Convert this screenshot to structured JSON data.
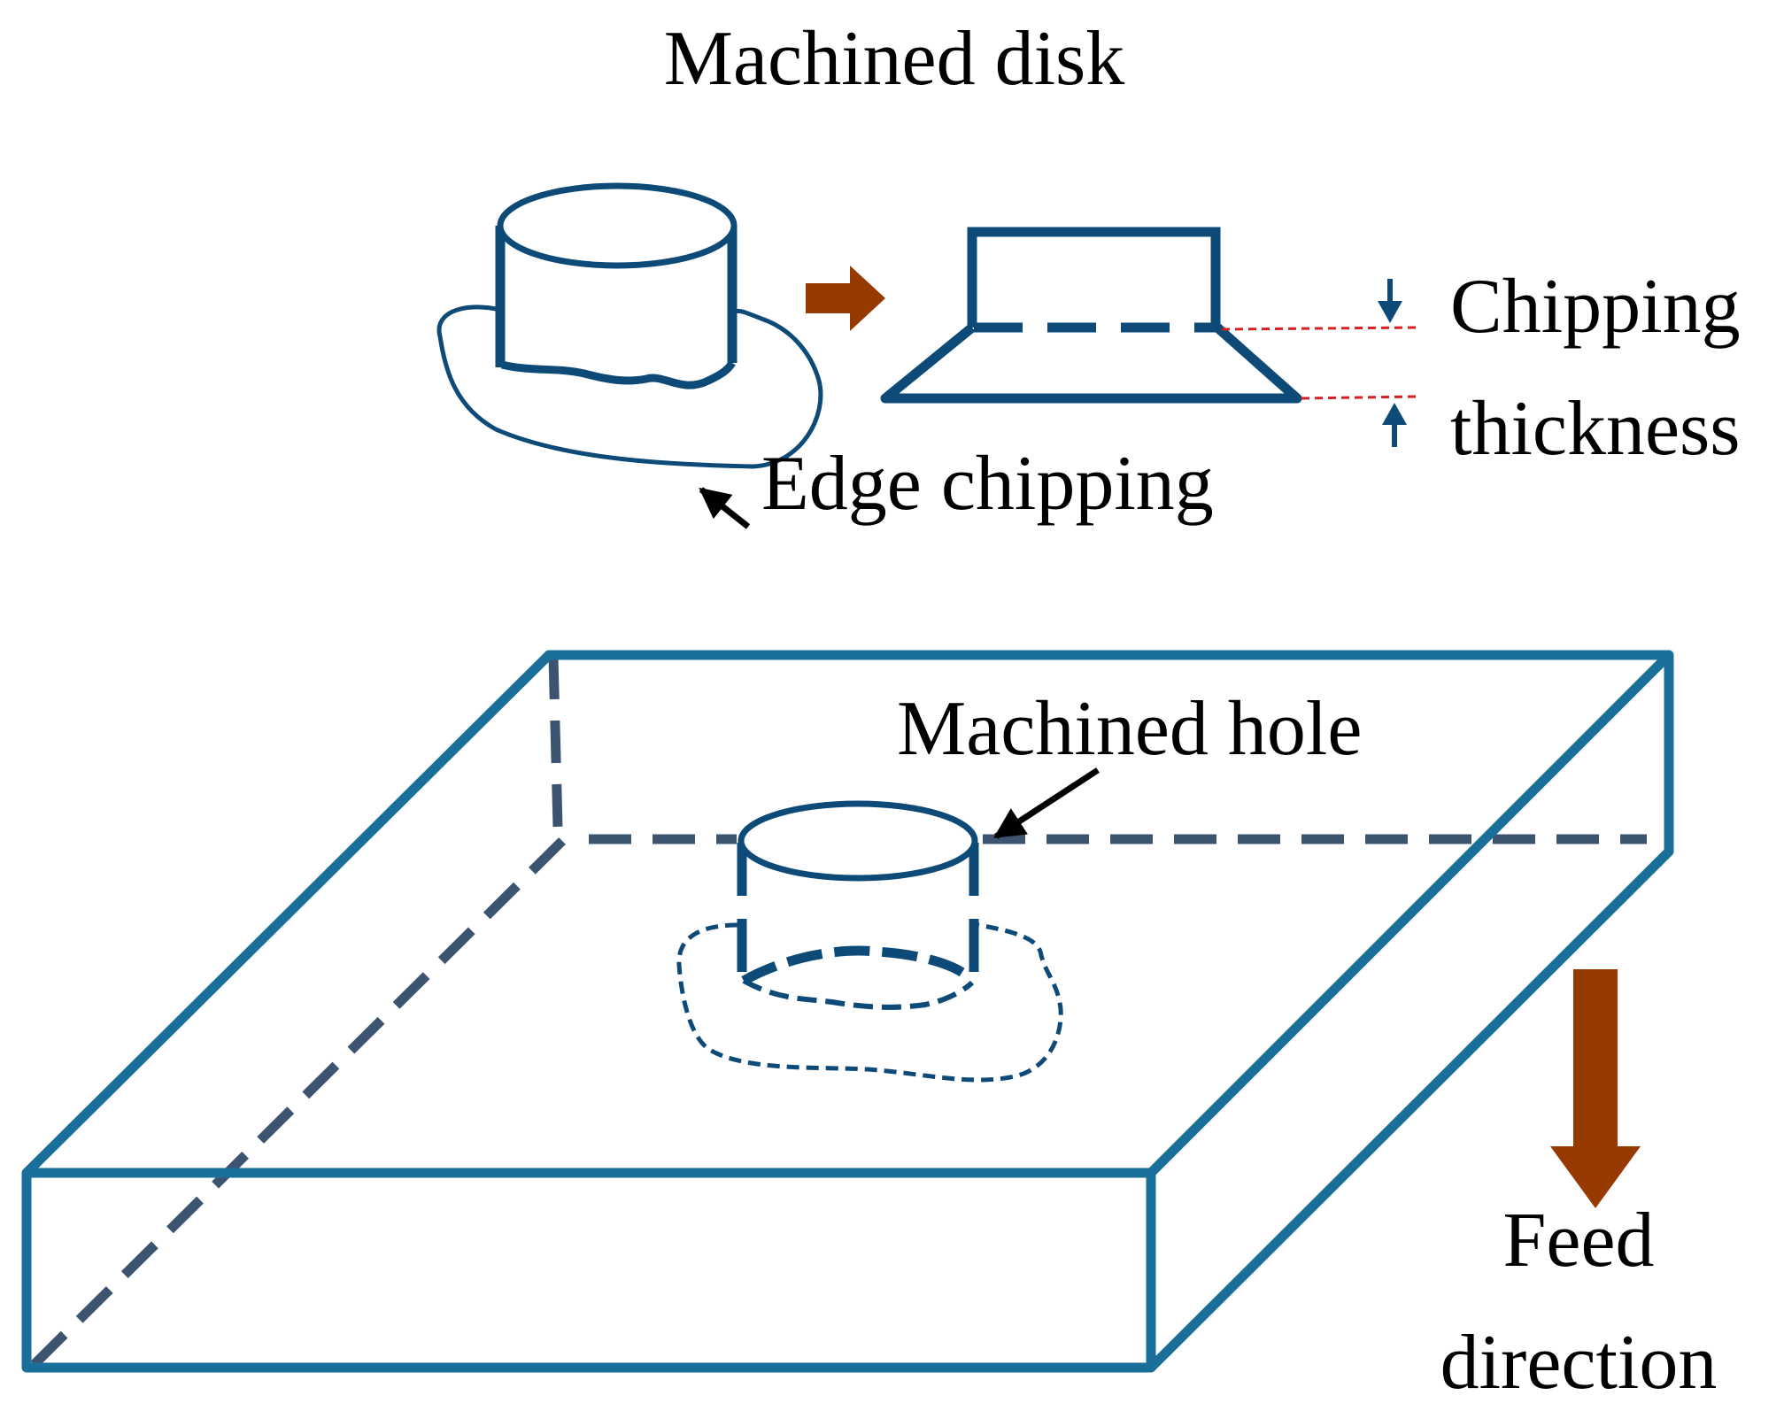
{
  "labels": {
    "machined_disk": "Machined disk",
    "edge_chipping": "Edge chipping",
    "chipping": "Chipping",
    "thickness": "thickness",
    "machined_hole": "Machined hole",
    "feed": "Feed",
    "direction": "direction"
  },
  "colors": {
    "outline_blue": "#1a6f9a",
    "dark_blue": "#0d4a78",
    "dash_slate": "#3d5470",
    "arrow_brown": "#963a00",
    "marker_red": "#d62020",
    "text": "#000000"
  }
}
